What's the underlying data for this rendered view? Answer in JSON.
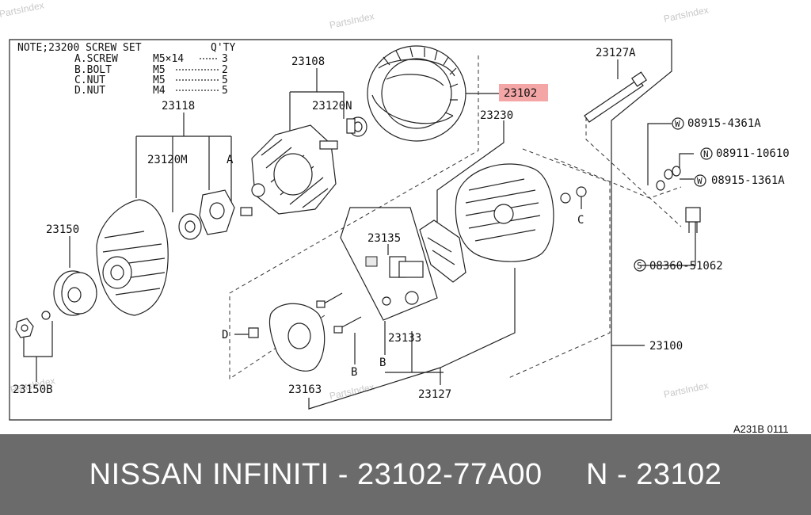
{
  "watermark": "PartsIndex",
  "note": {
    "title": "NOTE;23200 SCREW SET",
    "qty_header": "Q'TY",
    "rows": [
      {
        "item": "A.SCREW",
        "size": "M5×14",
        "qty": "3"
      },
      {
        "item": "B.BOLT",
        "size": "M5",
        "qty": "2"
      },
      {
        "item": "C.NUT",
        "size": "M5",
        "qty": "5"
      },
      {
        "item": "D.NUT",
        "size": "M4",
        "qty": "5"
      }
    ]
  },
  "highlight_color": "#f4a6a6",
  "parts": {
    "p23108": "23108",
    "p23102": "23102",
    "p23127A": "23127A",
    "p23120N": "23120N",
    "p23118": "23118",
    "p23230": "23230",
    "p23120M": "23120M",
    "letterA": "A",
    "w1": "W",
    "p08915_4361A": "08915-4361A",
    "n1": "N",
    "p08911_10610": "08911-10610",
    "w2": "W",
    "p08915_1361A": "08915-1361A",
    "p23150": "23150",
    "p23135": "23135",
    "letterC": "C",
    "s1": "S",
    "p08360_51062": "08360-51062",
    "letterD": "D",
    "p23133": "23133",
    "p23100": "23100",
    "letterB1": "B",
    "letterB2": "B",
    "p23163": "23163",
    "p23127": "23127",
    "p23150B": "23150B"
  },
  "diagram_ref": "A231B 0111",
  "banner": {
    "text": "NISSAN INFINITI - 23102-77A00     N - 23102",
    "bg_color": "#6b6b6b"
  }
}
